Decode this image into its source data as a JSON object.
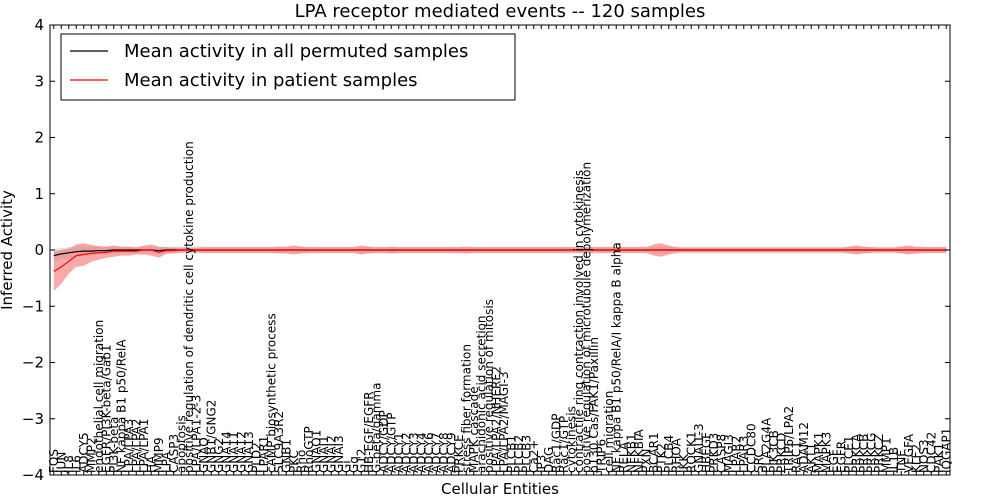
{
  "chart_data": {
    "type": "line",
    "title": "LPA receptor mediated events -- 120 samples",
    "xlabel": "Cellular Entities",
    "ylabel": "Inferred Activity",
    "ylim": [
      -4,
      4
    ],
    "yticks": [
      -4,
      -3,
      -2,
      -1,
      0,
      1,
      2,
      3,
      4
    ],
    "grid": false,
    "legend_position": "top-left",
    "categories": [
      "FOS",
      "JUN",
      "IL8",
      "IL6",
      "ADCY5",
      "MMP2",
      "endothelial cell migration",
      "EGFR/PI3K-beta/Gab1",
      "PI3K-beta",
      "NF kappa B1 p50/RelA",
      "LPA/LPA3",
      "LPA/LPA2",
      "LPA/LPA1",
      "HA",
      "MMP9",
      "LPA",
      "CASP3",
      "apoptosis",
      "positive regulation of dendritic cell cytokine production",
      "LPA/LPA1-2-3",
      "GNAQ",
      "GNB1/GNG2",
      "GNG2",
      "GNA14",
      "GNA11",
      "GNA12",
      "GNA13",
      "PLD2",
      "LPAR1",
      "cAMP biosynthetic process",
      "SLC9A3R2",
      "GNB1",
      "PKC",
      "Rho",
      "RhoGTP",
      "GNAO1",
      "GNAI1",
      "GNAI2",
      "GNAI3",
      "Gi",
      "Gq",
      "G12",
      "HB-EGF/EGFR",
      "G-beta/gamma",
      "ADCY/GDP",
      "ADCY/GTP",
      "ADCY1",
      "ADCY2",
      "ADCY3",
      "ADCY4",
      "ADCY6",
      "ADCY7",
      "ADCY8",
      "ADCY9",
      "PRKCE",
      "stress fiber formation",
      "MAPK cascade",
      "arachidonic acid secretion",
      "positive regulation of mitosis",
      "LPA/LPA2/NHERF2",
      "LPA/LPA2/MAGI-3",
      "PLCB1",
      "PLCB2",
      "PLCB3",
      "Ca2+",
      "IP3",
      "DAG",
      "Rac1/GDP",
      "Rac1/GTP",
      "cytokinesis",
      "contractile ring contraction involved in cytokinesis",
      "positive regulation of microtubule depolymerization",
      "p130 Cas/FAK1/Paxillin",
      "TRIP6",
      "cell migration",
      "NF kappa B1 p50/RelA/I kappa B alpha",
      "RELA",
      "NFKB1",
      "NFKBIA",
      "PXN",
      "BCAR1",
      "PTK2",
      "PLCB4",
      "RHOA",
      "IKK",
      "ROCK1",
      "GNAI1-3",
      "HBEGF",
      "PRKD3",
      "CASP8",
      "MAGI3",
      "LPAR2",
      "LPAR3",
      "CCDC80",
      "SRC",
      "PLA2G4A",
      "PIK3CB",
      "PRKCD",
      "TRIP6/LPA2",
      "RAC1",
      "ADAM12",
      "AKT1",
      "MAPK1",
      "MAPK3",
      "EGF",
      "EGFR",
      "PLCE1",
      "PRKCA",
      "PRKCB",
      "PRKCG",
      "PRKCZ",
      "MMP1",
      "IL1B",
      "TNF",
      "VEGFA",
      "KLF2",
      "NOS3",
      "CDC42",
      "PAK1",
      "IQGAP1"
    ],
    "series": [
      {
        "name": "Mean activity in all permuted samples",
        "color": "#000000",
        "band_color": "#c0c0c0",
        "values": [
          -0.1,
          -0.07,
          -0.05,
          -0.03,
          -0.02,
          -0.02,
          -0.01,
          -0.01,
          0,
          0,
          0,
          0,
          0,
          0,
          -0.01,
          0,
          0,
          0,
          0,
          0,
          0,
          0,
          0,
          0,
          0,
          0,
          0,
          0,
          0,
          0,
          0,
          0,
          0,
          0,
          0,
          0,
          0,
          0,
          0,
          0,
          0,
          0,
          0,
          0,
          0,
          0,
          0,
          0,
          0,
          0,
          0,
          0,
          0,
          0,
          0,
          0,
          0,
          0,
          0,
          0,
          0,
          0,
          0,
          0,
          0,
          0,
          0,
          0,
          0,
          0,
          0,
          0,
          0,
          0,
          0,
          0,
          0,
          0,
          0,
          0,
          0,
          0,
          0,
          0,
          0,
          0,
          0,
          0,
          0,
          0,
          0,
          0,
          0,
          0,
          0,
          0,
          0,
          0,
          0,
          0,
          0,
          0,
          0,
          0,
          0,
          0,
          0,
          0,
          0,
          0,
          0,
          0,
          0,
          0,
          0,
          0,
          0,
          0,
          0,
          0
        ],
        "spread": [
          0.12,
          0.1,
          0.1,
          0.1,
          0.08,
          0.08,
          0.07,
          0.07,
          0.06,
          0.06,
          0.06,
          0.06,
          0.06,
          0.06,
          0.06,
          0.06,
          0.06,
          0.06,
          0.06,
          0.06,
          0.06,
          0.06,
          0.06,
          0.06,
          0.06,
          0.06,
          0.06,
          0.06,
          0.06,
          0.06,
          0.06,
          0.06,
          0.06,
          0.06,
          0.06,
          0.06,
          0.06,
          0.06,
          0.06,
          0.06,
          0.06,
          0.06,
          0.06,
          0.06,
          0.06,
          0.06,
          0.06,
          0.06,
          0.06,
          0.06,
          0.06,
          0.06,
          0.06,
          0.06,
          0.06,
          0.06,
          0.06,
          0.06,
          0.06,
          0.06,
          0.06,
          0.06,
          0.06,
          0.06,
          0.06,
          0.06,
          0.06,
          0.06,
          0.06,
          0.06,
          0.06,
          0.06,
          0.06,
          0.06,
          0.06,
          0.06,
          0.06,
          0.06,
          0.06,
          0.06,
          0.06,
          0.06,
          0.06,
          0.06,
          0.06,
          0.06,
          0.06,
          0.06,
          0.06,
          0.06,
          0.06,
          0.06,
          0.06,
          0.06,
          0.06,
          0.06,
          0.06,
          0.06,
          0.06,
          0.06,
          0.06,
          0.06,
          0.06,
          0.06,
          0.06,
          0.06,
          0.06,
          0.06,
          0.06,
          0.06,
          0.06,
          0.06,
          0.06,
          0.06,
          0.06,
          0.06,
          0.06,
          0.06,
          0.06,
          0.06
        ]
      },
      {
        "name": "Mean activity in patient samples",
        "color": "#ff0000",
        "band_color": "#f47c7c",
        "values": [
          -0.38,
          -0.3,
          -0.2,
          -0.1,
          -0.08,
          -0.06,
          -0.05,
          -0.04,
          -0.02,
          -0.02,
          -0.02,
          -0.02,
          0,
          0,
          -0.04,
          -0.01,
          -0.01,
          0,
          0,
          0,
          0,
          0,
          0,
          0,
          0,
          0,
          0,
          0,
          0,
          0,
          0,
          0,
          0,
          0,
          0,
          0,
          0,
          0,
          0,
          0,
          0,
          0,
          0,
          0,
          0,
          0,
          0,
          0,
          0,
          0,
          0,
          0,
          0,
          0,
          0,
          0,
          0,
          0,
          0,
          0,
          0,
          0,
          0,
          0,
          0,
          0,
          0,
          0,
          0,
          0,
          0,
          0,
          0,
          0,
          0,
          0,
          0,
          0,
          0,
          0,
          0,
          0,
          0,
          0,
          0,
          0,
          0,
          0,
          0,
          0,
          0,
          0,
          0,
          0,
          0,
          0,
          0,
          0,
          0,
          0,
          0,
          0,
          0,
          0,
          0,
          0,
          0,
          0,
          0,
          0,
          0,
          0,
          0,
          0,
          0,
          0,
          0,
          0,
          0,
          0
        ],
        "spread": [
          0.35,
          0.3,
          0.22,
          0.2,
          0.2,
          0.15,
          0.12,
          0.1,
          0.1,
          0.08,
          0.08,
          0.06,
          0.08,
          0.1,
          0.1,
          0.06,
          0.05,
          0.04,
          0.04,
          0.04,
          0.05,
          0.05,
          0.05,
          0.05,
          0.05,
          0.05,
          0.05,
          0.05,
          0.05,
          0.05,
          0.06,
          0.06,
          0.08,
          0.06,
          0.05,
          0.05,
          0.05,
          0.05,
          0.05,
          0.05,
          0.05,
          0.08,
          0.06,
          0.05,
          0.05,
          0.06,
          0.05,
          0.05,
          0.05,
          0.05,
          0.05,
          0.05,
          0.05,
          0.05,
          0.05,
          0.06,
          0.05,
          0.05,
          0.05,
          0.05,
          0.05,
          0.05,
          0.05,
          0.05,
          0.05,
          0.05,
          0.05,
          0.05,
          0.05,
          0.05,
          0.05,
          0.05,
          0.05,
          0.05,
          0.05,
          0.05,
          0.05,
          0.05,
          0.05,
          0.05,
          0.1,
          0.12,
          0.08,
          0.05,
          0.04,
          0.04,
          0.04,
          0.04,
          0.04,
          0.04,
          0.04,
          0.04,
          0.04,
          0.04,
          0.04,
          0.04,
          0.04,
          0.04,
          0.04,
          0.04,
          0.04,
          0.04,
          0.04,
          0.04,
          0.04,
          0.04,
          0.06,
          0.08,
          0.06,
          0.05,
          0.04,
          0.04,
          0.04,
          0.06,
          0.08,
          0.06,
          0.05,
          0.05,
          0.05,
          0.05
        ]
      }
    ]
  }
}
